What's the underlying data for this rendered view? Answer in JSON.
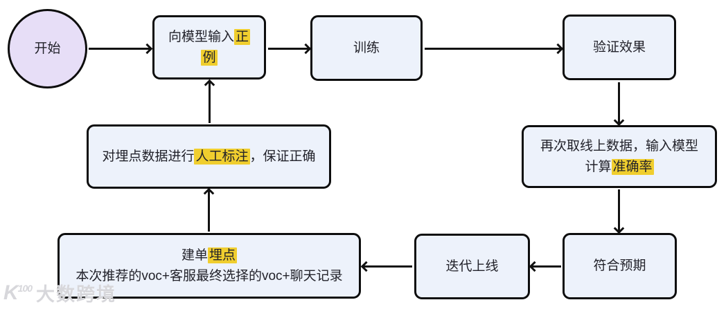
{
  "colors": {
    "background": "#ffffff",
    "node_fill": "#edf2fb",
    "start_fill": "#e7def7",
    "border": "#0d0d0d",
    "highlight": "#f0ce2e",
    "text": "#22222a",
    "arrow": "#111111",
    "watermark": "#d7d7db"
  },
  "nodes": {
    "start": {
      "label": "开始"
    },
    "input_positive": {
      "pre": "向模型输入",
      "mark_line1": "正",
      "mark_line2": "例"
    },
    "train": {
      "label": "训练"
    },
    "validate": {
      "label": "验证效果"
    },
    "recheck": {
      "line1": "再次取线上数据，输入模型",
      "line2_pre": "计算",
      "line2_mark": "准确率"
    },
    "meets_expectation": {
      "label": "符合预期"
    },
    "iterate_online": {
      "label": "迭代上线"
    },
    "ticket_tracking": {
      "line1_pre": "建单",
      "line1_mark": "埋点",
      "line2": "本次推荐的voc+客服最终选择的voc+聊天记录"
    },
    "annotate": {
      "pre": "对埋点数据进行",
      "mark": "人工标注",
      "post": "，保证正确"
    }
  },
  "watermark": {
    "logo_main": "K",
    "logo_sup": "100",
    "text": "大数跨境"
  }
}
